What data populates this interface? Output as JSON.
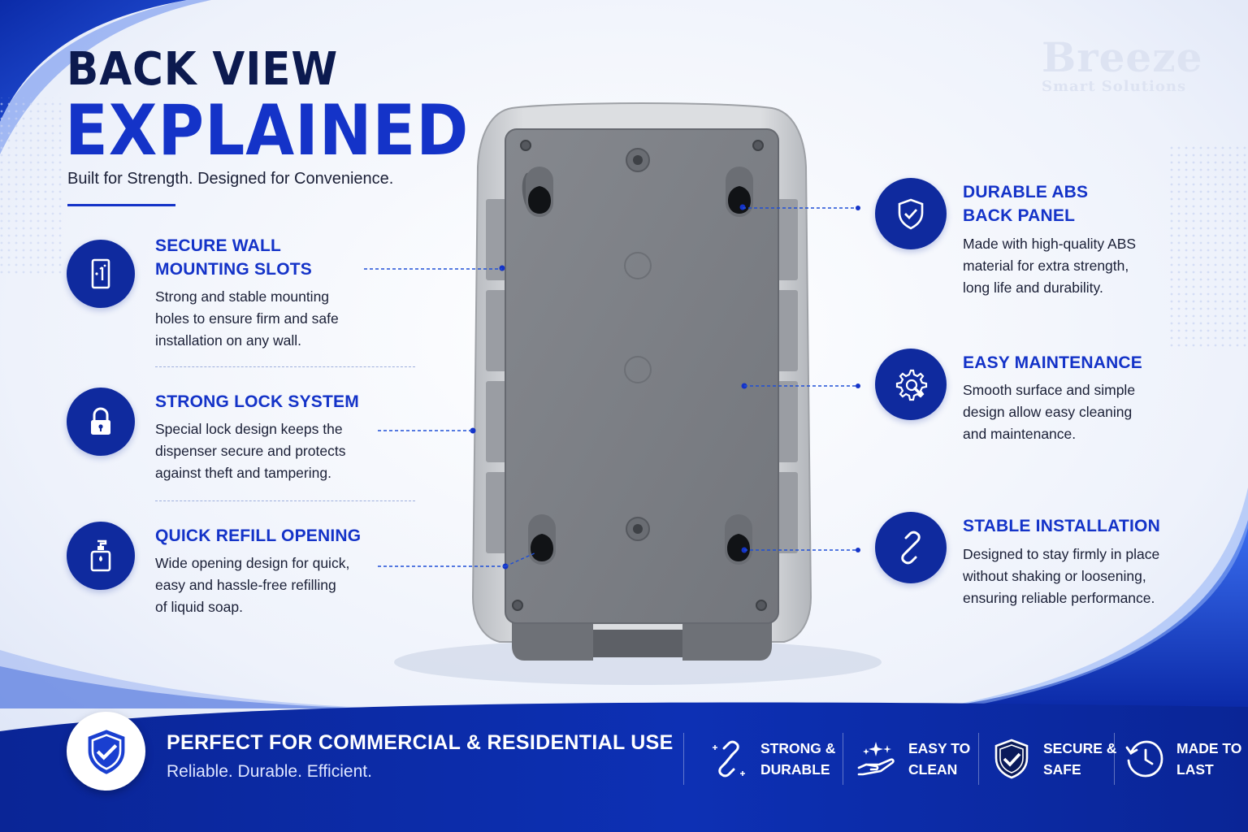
{
  "brand": {
    "name": "Breeze",
    "tagline": "Smart Solutions"
  },
  "header": {
    "title_line1": "BACK VIEW",
    "title_line2": "EXPLAINED",
    "subtitle": "Built for Strength. Designed for Convenience."
  },
  "features_left": [
    {
      "title": "SECURE WALL\nMOUNTING SLOTS",
      "description": "Strong and stable mounting\nholes to ensure firm and safe\ninstallation on any wall.",
      "icon": "wall-mount-icon"
    },
    {
      "title": "STRONG LOCK SYSTEM",
      "description": "Special lock design keeps the\ndispenser secure and protects\nagainst theft and tampering.",
      "icon": "padlock-icon"
    },
    {
      "title": "QUICK REFILL OPENING",
      "description": "Wide opening design for quick,\neasy and hassle-free refilling\nof liquid soap.",
      "icon": "soap-bottle-icon"
    }
  ],
  "features_right": [
    {
      "title": "DURABLE ABS\nBACK PANEL",
      "description": "Made with high-quality ABS\nmaterial for extra strength,\nlong life and durability.",
      "icon": "shield-check-icon"
    },
    {
      "title": "EASY MAINTENANCE",
      "description": "Smooth surface and simple\ndesign allow easy cleaning\nand maintenance.",
      "icon": "gear-wrench-icon"
    },
    {
      "title": "STABLE INSTALLATION",
      "description": "Designed to stay firmly in place\nwithout shaking or loosening,\nensuring reliable performance.",
      "icon": "chain-link-icon"
    }
  ],
  "footer": {
    "title": "PERFECT FOR COMMERCIAL & RESIDENTIAL USE",
    "subtitle": "Reliable. Durable. Efficient.",
    "benefits": [
      {
        "label": "STRONG &\nDURABLE",
        "icon": "chain-link-icon"
      },
      {
        "label": "EASY TO\nCLEAN",
        "icon": "hand-sparkle-icon"
      },
      {
        "label": "SECURE &\nSAFE",
        "icon": "shield-check-icon"
      },
      {
        "label": "MADE TO\nLAST",
        "icon": "clock-icon"
      }
    ]
  },
  "colors": {
    "navy": "#0c1a4f",
    "accent_blue": "#1433c8",
    "icon_circle": "#0f2a9e",
    "band_blue": "#0a2aa8",
    "panel_gray": "#7d8087"
  }
}
